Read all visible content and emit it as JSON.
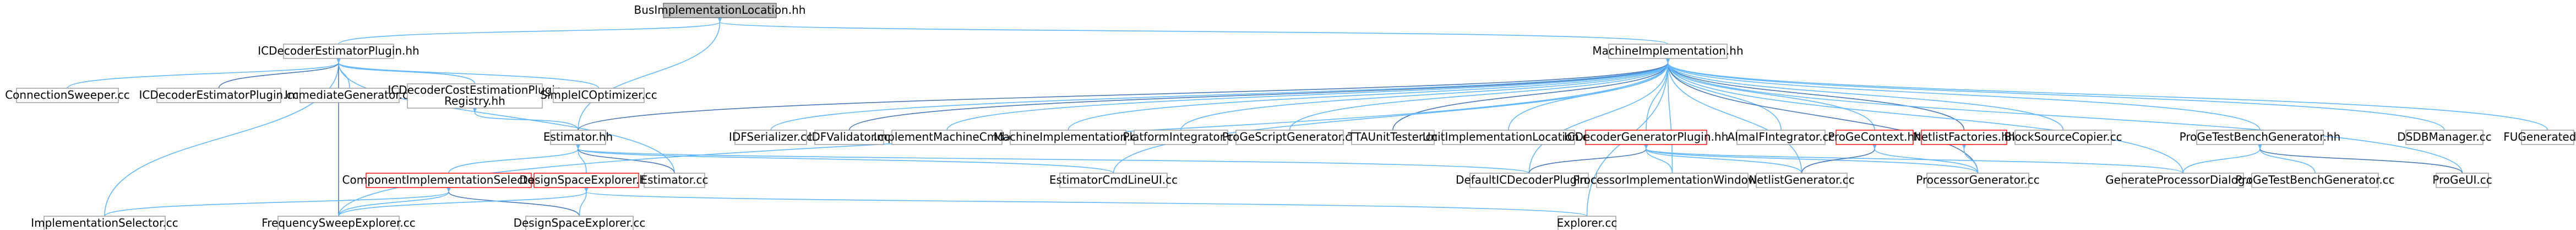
{
  "graph_title": "BusImplementationLocation.hh",
  "colors": {
    "node_fill": "#ffffff",
    "node_border": "#9a9a9a",
    "root_fill": "#bfbfbf",
    "root_border": "#666666",
    "highlight_border": "#ff0000",
    "edge": "#63b8ff",
    "edge_alt": "#4a7ab8",
    "text": "#000000"
  },
  "nodes": [
    {
      "id": "root",
      "label": "BusImplementationLocation.hh",
      "kind": "root"
    },
    {
      "id": "icdecoder_plugin",
      "label": "ICDecoderEstimatorPlugin.hh"
    },
    {
      "id": "machine_impl",
      "label": "MachineImplementation.hh"
    },
    {
      "id": "conn_sweeper",
      "label": "ConnectionSweeper.cc"
    },
    {
      "id": "icdecoder_plugin_cc",
      "label": "ICDecoderEstimatorPlugin.cc"
    },
    {
      "id": "immediate_gen",
      "label": "ImmediateGenerator.cc"
    },
    {
      "id": "icdecoder_cost",
      "label": "ICDecoderCostEstimationPlugin Registry.hh"
    },
    {
      "id": "simple_ico",
      "label": "SimpleICOptimizer.cc"
    },
    {
      "id": "estimator_hh",
      "label": "Estimator.hh"
    },
    {
      "id": "idf_serializer",
      "label": "IDFSerializer.cc"
    },
    {
      "id": "idf_validator",
      "label": "IDFValidator.cc"
    },
    {
      "id": "impl_machine_cmd",
      "label": "ImplementMachineCmd.cc"
    },
    {
      "id": "machine_impl_cc",
      "label": "MachineImplementation.cc"
    },
    {
      "id": "platform_integrator",
      "label": "PlatformIntegrator.cc"
    },
    {
      "id": "prode_script_gen",
      "label": "ProGeScriptGenerator.cc"
    },
    {
      "id": "tta_unit_tester",
      "label": "TTAUnitTester.cc"
    },
    {
      "id": "unit_impl_loc",
      "label": "UnitImplementationLocation.cc"
    },
    {
      "id": "icdecoder_gen_plugin",
      "label": "ICDecoderGeneratorPlugin.hh",
      "kind": "highlight"
    },
    {
      "id": "almaif_integrator",
      "label": "AlmaIFIntegrator.cc"
    },
    {
      "id": "proge_context",
      "label": "ProGeContext.hh",
      "kind": "highlight"
    },
    {
      "id": "netlist_factories",
      "label": "NetlistFactories.hh",
      "kind": "highlight"
    },
    {
      "id": "block_source_copier",
      "label": "BlockSourceCopier.cc"
    },
    {
      "id": "proge_tb_gen_hh",
      "label": "ProGeTestBenchGenerator.hh"
    },
    {
      "id": "dsdb_manager",
      "label": "DSDBManager.cc"
    },
    {
      "id": "fu_generated",
      "label": "FUGenerated.cc"
    },
    {
      "id": "component_impl_sel",
      "label": "ComponentImplementationSelector.hh",
      "kind": "highlight"
    },
    {
      "id": "design_space_explorer_hh",
      "label": "DesignSpaceExplorer.hh",
      "kind": "highlight"
    },
    {
      "id": "estimator_cc",
      "label": "Estimator.cc"
    },
    {
      "id": "estimator_cmdline",
      "label": "EstimatorCmdLineUI.cc"
    },
    {
      "id": "default_icdecoder",
      "label": "DefaultICDecoderPlugin.cc"
    },
    {
      "id": "processor_impl_window",
      "label": "ProcessorImplementationWindow.cc"
    },
    {
      "id": "netlist_generator",
      "label": "NetlistGenerator.cc"
    },
    {
      "id": "processor_generator",
      "label": "ProcessorGenerator.cc"
    },
    {
      "id": "generate_processor_dialog",
      "label": "GenerateProcessorDialog.cc"
    },
    {
      "id": "proge_tb_gen_cc",
      "label": "ProGeTestBenchGenerator.cc"
    },
    {
      "id": "proge_ui",
      "label": "ProGeUI.cc"
    },
    {
      "id": "impl_selector",
      "label": "ImplementationSelector.cc"
    },
    {
      "id": "freq_sweep",
      "label": "FrequencySweepExplorer.cc"
    },
    {
      "id": "design_space_explorer_cc",
      "label": "DesignSpaceExplorer.cc"
    },
    {
      "id": "explorer_cc",
      "label": "Explorer.cc"
    }
  ],
  "edges": [
    [
      "root",
      "icdecoder_plugin"
    ],
    [
      "root",
      "machine_impl"
    ],
    [
      "root",
      "estimator_hh"
    ],
    [
      "icdecoder_plugin",
      "conn_sweeper"
    ],
    [
      "icdecoder_plugin",
      "icdecoder_plugin_cc"
    ],
    [
      "icdecoder_plugin",
      "immediate_gen"
    ],
    [
      "icdecoder_plugin",
      "icdecoder_cost"
    ],
    [
      "icdecoder_plugin",
      "simple_ico"
    ],
    [
      "icdecoder_plugin",
      "impl_selector"
    ],
    [
      "icdecoder_plugin",
      "freq_sweep"
    ],
    [
      "icdecoder_plugin",
      "estimator_cc"
    ],
    [
      "icdecoder_cost",
      "estimator_hh"
    ],
    [
      "estimator_hh",
      "component_impl_sel"
    ],
    [
      "estimator_hh",
      "design_space_explorer_hh"
    ],
    [
      "estimator_hh",
      "estimator_cc"
    ],
    [
      "estimator_hh",
      "estimator_cmdline"
    ],
    [
      "estimator_hh",
      "default_icdecoder"
    ],
    [
      "component_impl_sel",
      "impl_selector"
    ],
    [
      "component_impl_sel",
      "freq_sweep"
    ],
    [
      "component_impl_sel",
      "design_space_explorer_cc"
    ],
    [
      "design_space_explorer_hh",
      "freq_sweep"
    ],
    [
      "design_space_explorer_hh",
      "design_space_explorer_cc"
    ],
    [
      "design_space_explorer_hh",
      "explorer_cc"
    ],
    [
      "machine_impl",
      "idf_serializer"
    ],
    [
      "machine_impl",
      "idf_validator"
    ],
    [
      "machine_impl",
      "impl_machine_cmd"
    ],
    [
      "machine_impl",
      "machine_impl_cc"
    ],
    [
      "machine_impl",
      "platform_integrator"
    ],
    [
      "machine_impl",
      "prode_script_gen"
    ],
    [
      "machine_impl",
      "tta_unit_tester"
    ],
    [
      "machine_impl",
      "unit_impl_loc"
    ],
    [
      "machine_impl",
      "icdecoder_gen_plugin"
    ],
    [
      "machine_impl",
      "almaif_integrator"
    ],
    [
      "machine_impl",
      "proge_context"
    ],
    [
      "machine_impl",
      "netlist_factories"
    ],
    [
      "machine_impl",
      "block_source_copier"
    ],
    [
      "machine_impl",
      "proge_tb_gen_hh"
    ],
    [
      "machine_impl",
      "dsdb_manager"
    ],
    [
      "machine_impl",
      "fu_generated"
    ],
    [
      "machine_impl",
      "estimator_hh"
    ],
    [
      "machine_impl",
      "estimator_cmdline"
    ],
    [
      "machine_impl",
      "default_icdecoder"
    ],
    [
      "machine_impl",
      "processor_impl_window"
    ],
    [
      "machine_impl",
      "netlist_generator"
    ],
    [
      "machine_impl",
      "processor_generator"
    ],
    [
      "machine_impl",
      "generate_processor_dialog"
    ],
    [
      "machine_impl",
      "proge_ui"
    ],
    [
      "machine_impl",
      "explorer_cc"
    ],
    [
      "machine_impl",
      "freq_sweep"
    ],
    [
      "icdecoder_gen_plugin",
      "default_icdecoder"
    ],
    [
      "icdecoder_gen_plugin",
      "processor_impl_window"
    ],
    [
      "icdecoder_gen_plugin",
      "netlist_generator"
    ],
    [
      "icdecoder_gen_plugin",
      "processor_generator"
    ],
    [
      "icdecoder_gen_plugin",
      "generate_processor_dialog"
    ],
    [
      "proge_context",
      "netlist_generator"
    ],
    [
      "proge_context",
      "processor_generator"
    ],
    [
      "netlist_factories",
      "processor_generator"
    ],
    [
      "proge_tb_gen_hh",
      "generate_processor_dialog"
    ],
    [
      "proge_tb_gen_hh",
      "proge_tb_gen_cc"
    ],
    [
      "proge_tb_gen_hh",
      "proge_ui"
    ]
  ]
}
